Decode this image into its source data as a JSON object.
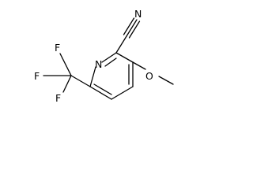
{
  "structure": {
    "atoms": {
      "ring_nitrogen": "N",
      "nitrile_nitrogen": "N",
      "methoxy_oxygen": "O",
      "fluorine_top": "F",
      "fluorine_left": "F",
      "fluorine_bottom": "F"
    },
    "colors": {
      "bond": "#000000",
      "label": "#000000",
      "background": "#ffffff"
    }
  }
}
